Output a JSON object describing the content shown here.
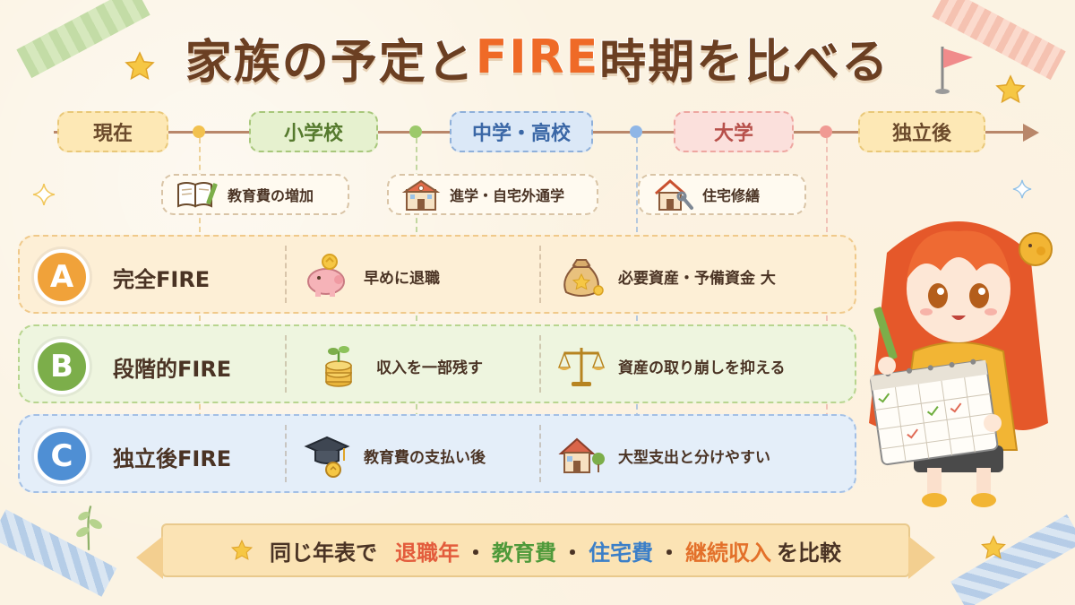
{
  "title": {
    "part1": "家族の予定と",
    "part2": "FIRE",
    "part3": "時期を比べる"
  },
  "timeline": {
    "stages": [
      "現在",
      "小学校",
      "中学・高校",
      "大学",
      "独立後"
    ]
  },
  "events": [
    {
      "label": "教育費の増加",
      "icon": "book-pencil-icon"
    },
    {
      "label": "進学・自宅外通学",
      "icon": "school-building-icon"
    },
    {
      "label": "住宅修繕",
      "icon": "house-wrench-icon"
    }
  ],
  "rows": [
    {
      "badge": "A",
      "label": "完全FIRE",
      "cell1": {
        "text": "早めに退職",
        "icon": "piggy-bank-icon"
      },
      "cell2": {
        "text": "必要資産・予備資金 大",
        "icon": "money-bag-icon"
      }
    },
    {
      "badge": "B",
      "label": "段階的FIRE",
      "cell1": {
        "text": "収入を一部残す",
        "icon": "coin-sprout-icon"
      },
      "cell2": {
        "text": "資産の取り崩しを抑える",
        "icon": "balance-scale-icon"
      }
    },
    {
      "badge": "C",
      "label": "独立後FIRE",
      "cell1": {
        "text": "教育費の支払い後",
        "icon": "graduation-cap-icon"
      },
      "cell2": {
        "text": "大型支出と分けやすい",
        "icon": "house-icon"
      }
    }
  ],
  "banner": {
    "prefix": "同じ年表で",
    "items": [
      "退職年",
      "教育費",
      "住宅費",
      "継続収入"
    ],
    "separator": "・",
    "suffix": "を比較"
  },
  "colors": {
    "title_brown": "#6b3f22",
    "title_orange": "#ef6a27",
    "row_a": "#f0a23a",
    "row_b": "#7cae4a",
    "row_c": "#4f8fd4"
  }
}
